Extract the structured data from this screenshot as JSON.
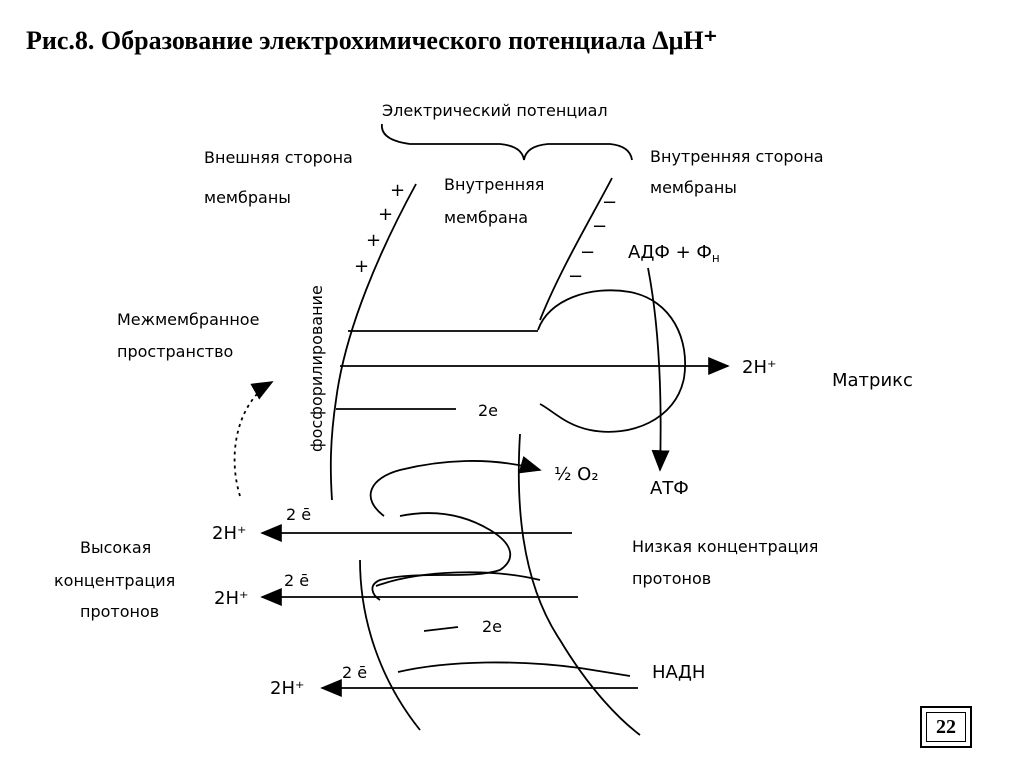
{
  "title": "Рис.8. Образование электрохимического потенциала ΔμH⁺",
  "labels": {
    "electric_potential": "Электрический потенциал",
    "outer_side_1": "Внешняя сторона",
    "outer_side_2": "мембраны",
    "inner_membrane_1": "Внутренняя",
    "inner_membrane_2": "мембрана",
    "inner_side_1": "Внутренняя сторона",
    "inner_side_2": "мембраны",
    "adp": "АДФ + Ф",
    "adp_sub": "н",
    "intermembrane_1": "Межмембранное",
    "intermembrane_2": "пространство",
    "phosphorylation": "фосфорилирование",
    "matrix": "Матрикс",
    "two_h_plus": "2H⁺",
    "two_e": "2е",
    "two_e_bar": "2 ē",
    "half_o2": "½ O₂",
    "atp": "АТФ",
    "high_conc_1": "Высокая",
    "high_conc_2": "концентрация",
    "high_conc_3": "протонов",
    "low_conc_1": "Низкая концентрация",
    "low_conc_2": "протонов",
    "nadh": "НАДН",
    "plus": "+",
    "minus": "−"
  },
  "page_number": "22"
}
